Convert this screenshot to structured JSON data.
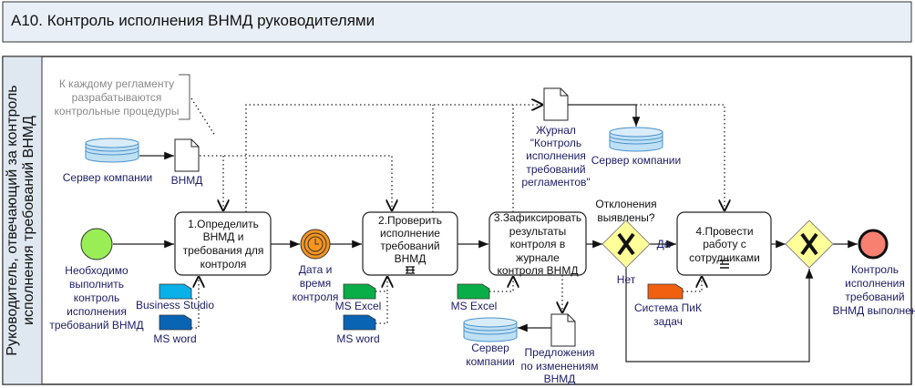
{
  "title": "A10. Контроль исполнения ВНМД руководителями",
  "lane": {
    "lines": [
      "Руководитель, отвечающий за контроль",
      "исполнения требований ВНМД"
    ]
  },
  "annotation": {
    "lines": [
      "К каждому регламенту",
      "разрабатываются",
      "контрольные процедуры"
    ]
  },
  "start_event": {
    "lines": [
      "Необходимо",
      "выполнить",
      "контроль",
      "исполнения",
      "требований ВНМД"
    ],
    "color": "#99ee55"
  },
  "timer_event": {
    "lines": [
      "Дата и",
      "время",
      "контроля"
    ],
    "color": "#f7941d"
  },
  "end_event": {
    "lines": [
      "Контроль",
      "исполнения",
      "требований",
      "ВНМД выполнен"
    ],
    "color": "#f88070"
  },
  "tasks": [
    {
      "lines": [
        "1.Определить",
        "ВНМД и",
        "требования для",
        "контроля"
      ]
    },
    {
      "lines": [
        "2.Проверить",
        "исполнение",
        "требований",
        "ВНМД"
      ]
    },
    {
      "lines": [
        "3.Зафиксировать",
        "результаты",
        "контроля в",
        "журнале",
        "контроля ВНМД"
      ]
    },
    {
      "lines": [
        "4.Провести",
        "работу с",
        "сотрудниками"
      ]
    }
  ],
  "gateway": {
    "question": [
      "Отклонения",
      "выявлены?"
    ],
    "yes": "Да",
    "no": "Нет",
    "color": "#ffff99"
  },
  "servers": [
    {
      "lines": [
        "Сервер компании"
      ]
    },
    {
      "lines": [
        "Сервер компании"
      ]
    },
    {
      "lines": [
        "Сервер",
        "компании"
      ]
    }
  ],
  "documents": [
    {
      "lines": [
        "ВНМД"
      ]
    },
    {
      "lines": [
        "Журнал",
        "\"Контроль",
        "исполнения",
        "требований",
        "регламентов\""
      ]
    },
    {
      "lines": [
        "Предложения",
        "по изменениям",
        "ВНМД"
      ]
    }
  ],
  "systems": [
    {
      "label": "Business Studio",
      "color": "#0ab0e8"
    },
    {
      "label": "MS word",
      "color": "#0a64b4"
    },
    {
      "label": "MS Excel",
      "color": "#0aae48"
    },
    {
      "label": "MS word",
      "color": "#0a64b4"
    },
    {
      "label": "MS Excel",
      "color": "#0aae48"
    },
    {
      "label": "Система ПиК задач",
      "lines": [
        "Система ПиК",
        "задач"
      ],
      "color": "#f06010"
    }
  ]
}
